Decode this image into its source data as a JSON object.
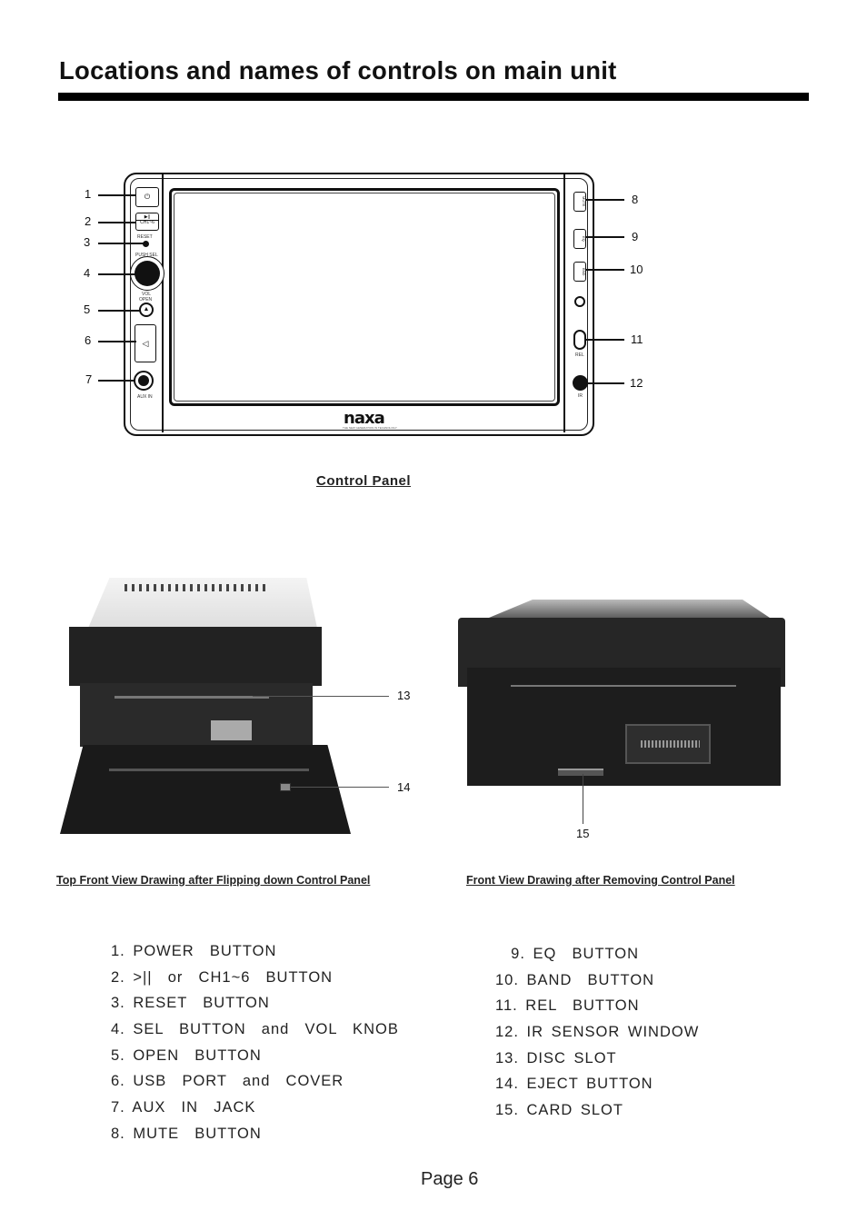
{
  "page": {
    "title": "Locations and names of controls on main unit",
    "page_label": "Page 6"
  },
  "control_panel": {
    "caption": "Control Panel",
    "brand": "naxa",
    "brand_tagline": "THE NEW GENERATION IN TECHNOLOGY",
    "left_callouts": [
      "1",
      "2",
      "3",
      "4",
      "5",
      "6",
      "7"
    ],
    "right_callouts": [
      "8",
      "9",
      "10",
      "11",
      "12"
    ],
    "labels": {
      "power_icon": "⏻",
      "play_pause": "▶||",
      "ch": "CH1~6",
      "reset": "RESET",
      "push_sel": "PUSH SEL",
      "vol": "VOL",
      "open": "OPEN",
      "aux_in": "AUX IN",
      "mute": "MUTE",
      "eq": "EQ",
      "bnd": "BND",
      "rel": "REL",
      "ir": "IR"
    }
  },
  "photos": {
    "left": {
      "caption": "Top Front View Drawing  after Flipping down Control Panel",
      "callouts": [
        "13",
        "14"
      ]
    },
    "right": {
      "caption": "Front View Drawing  after Removing Control Panel",
      "callouts": [
        "15"
      ]
    }
  },
  "legend": {
    "left": [
      "1. POWER  BUTTON",
      "2. >||  or  CH1~6  BUTTON",
      "3. RESET  BUTTON",
      "4. SEL  BUTTON  and  VOL  KNOB",
      "5. OPEN  BUTTON",
      "6. USB  PORT  and  COVER",
      "7. AUX  IN  JACK",
      "8. MUTE  BUTTON"
    ],
    "right": [
      "  9. EQ  BUTTON",
      "10. BAND  BUTTON",
      "11. REL  BUTTON",
      "12. IR SENSOR WINDOW",
      "13. DISC SLOT",
      "14. EJECT BUTTON",
      "15. CARD SLOT"
    ]
  }
}
